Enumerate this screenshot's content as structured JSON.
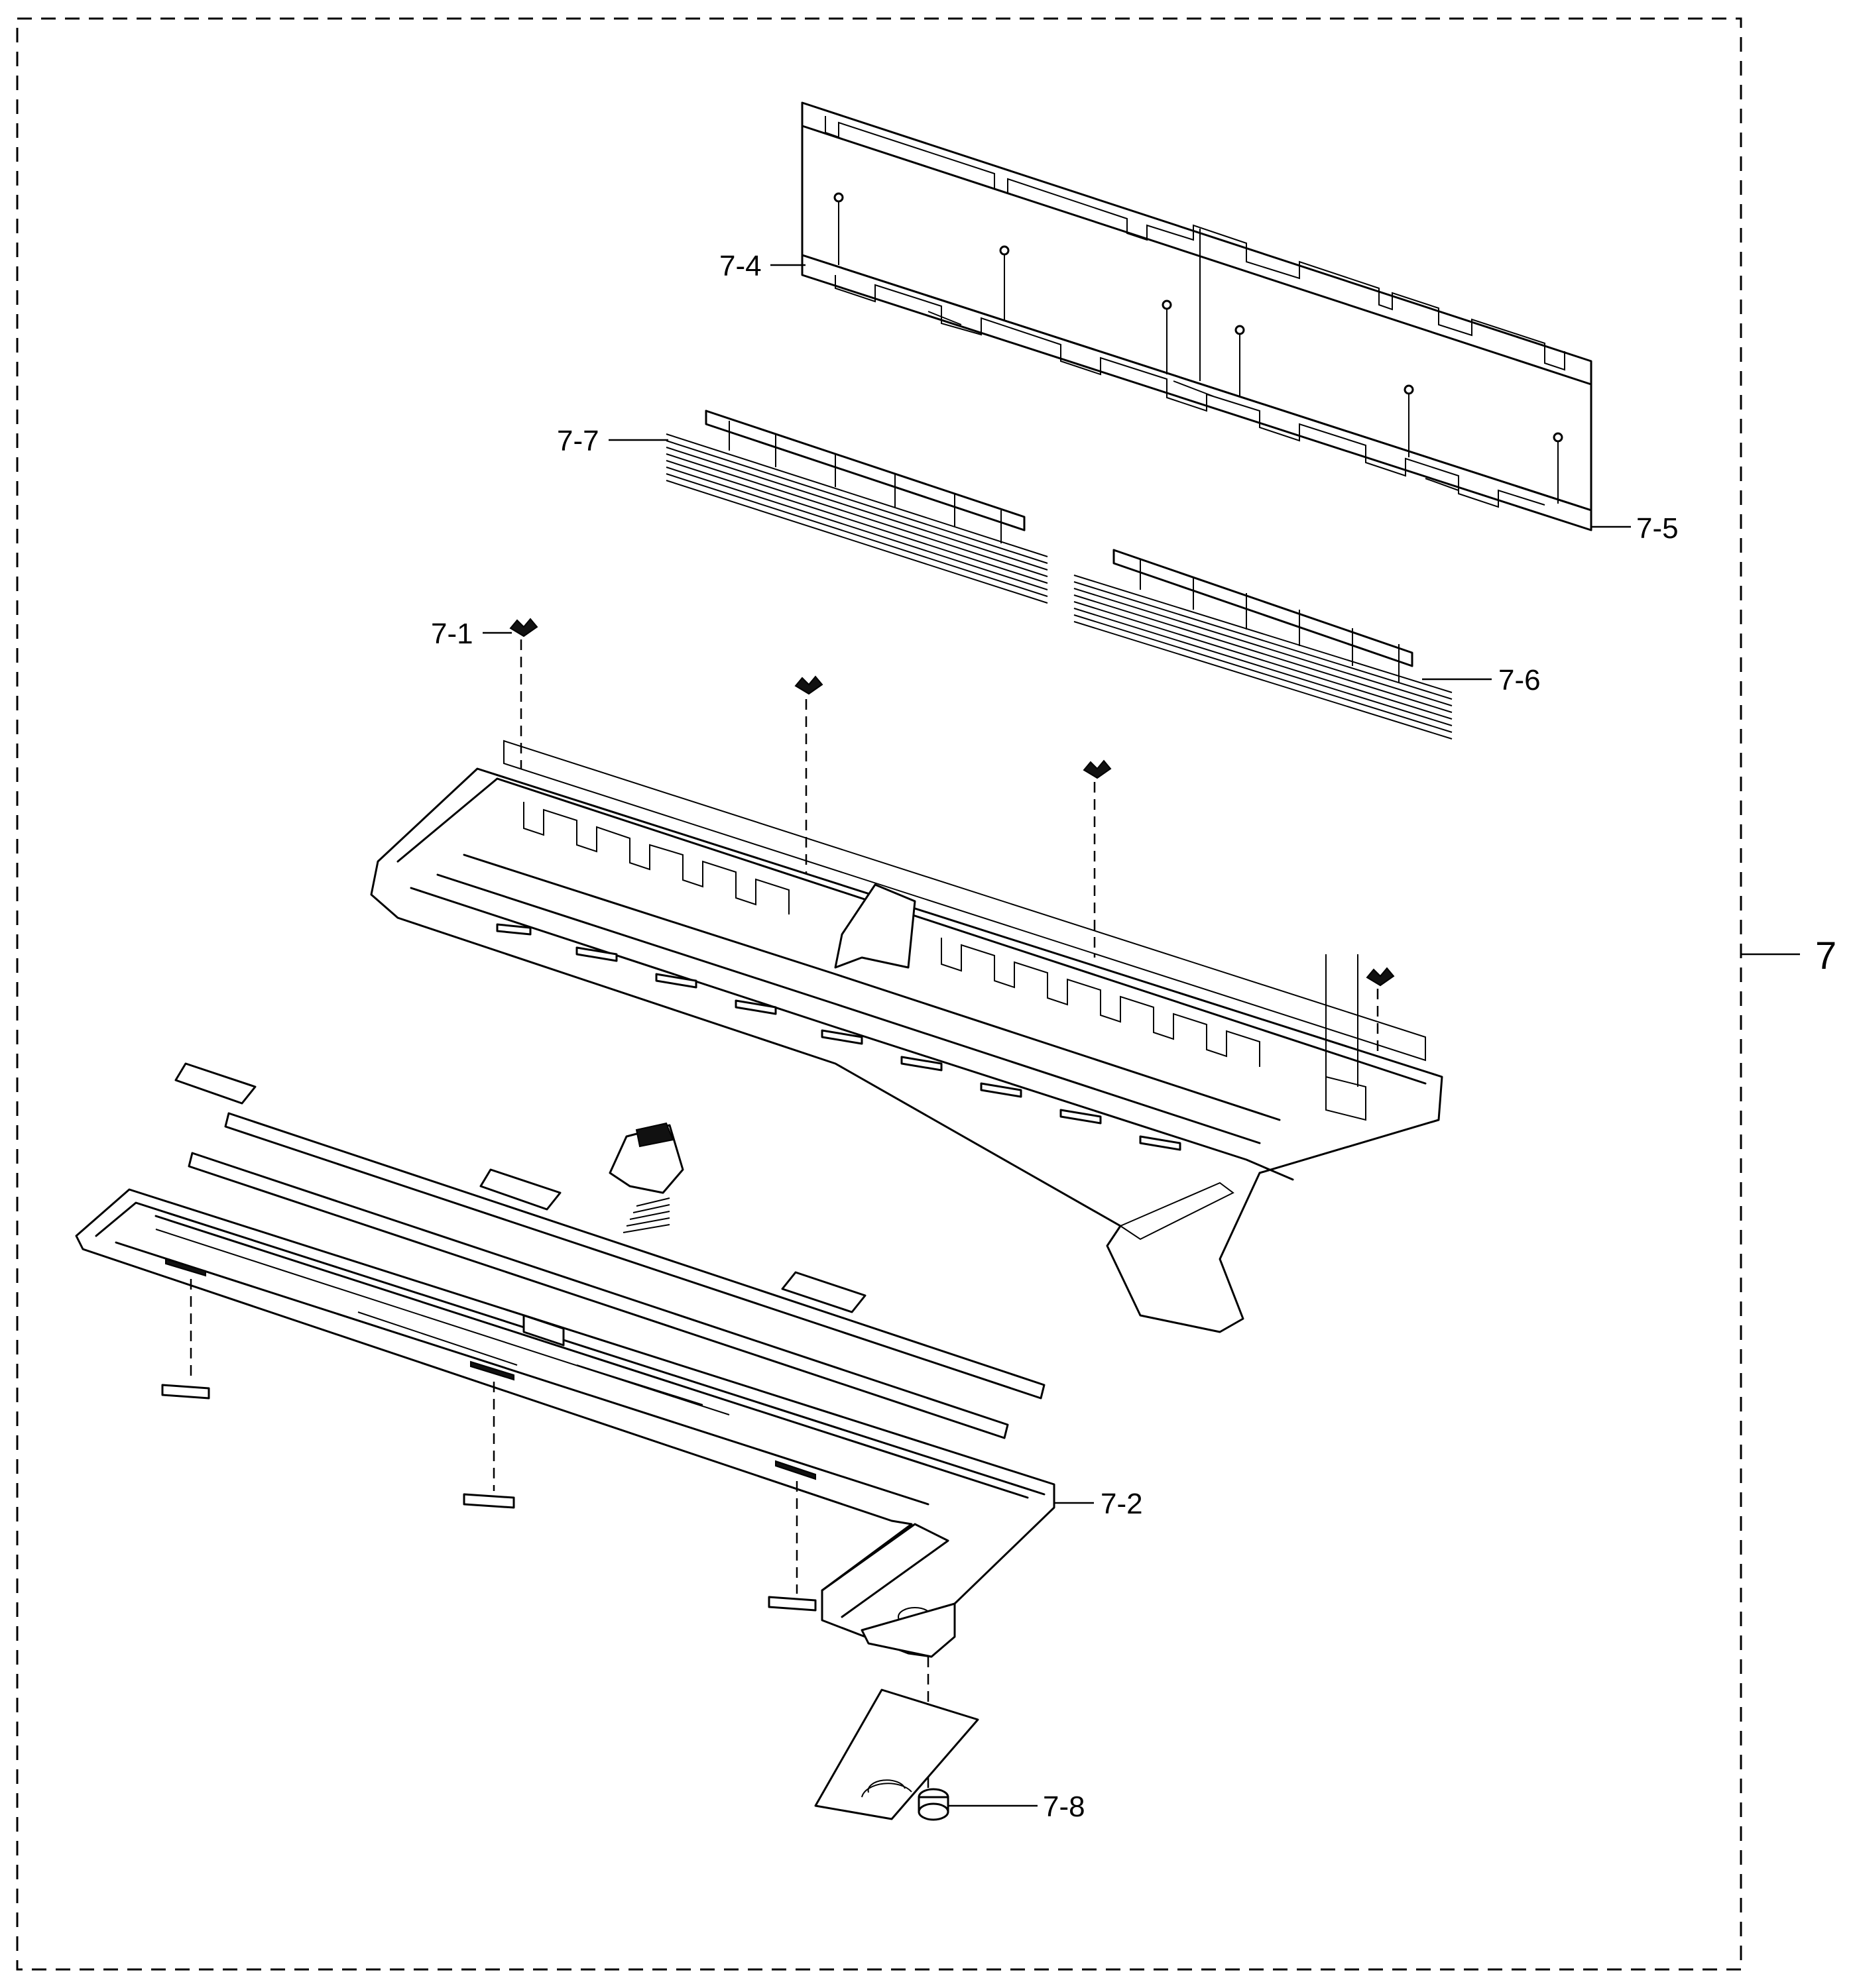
{
  "assembly_label": "7",
  "callouts": {
    "c7_1": "7-1",
    "c7_2": "7-2",
    "c7_4": "7-4",
    "c7_5": "7-5",
    "c7_6": "7-6",
    "c7_7": "7-7",
    "c7_8": "7-8"
  }
}
